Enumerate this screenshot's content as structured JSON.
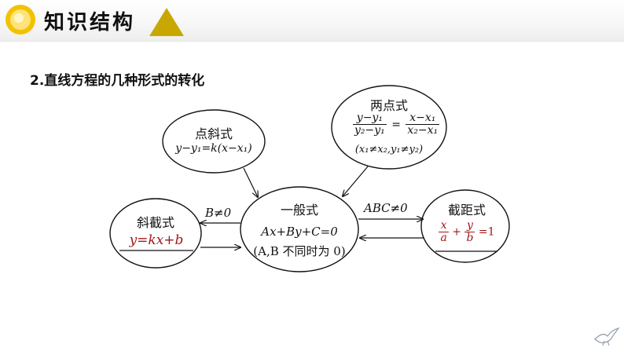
{
  "header": {
    "title": "知识结构",
    "brand_color": "#f2c200",
    "triangle_color": "#c8a800"
  },
  "subtitle": "2.直线方程的几种形式的转化",
  "nodes": {
    "point_slope": {
      "label": "点斜式",
      "formula": "y−y₁=k(x−x₁)"
    },
    "two_point": {
      "label": "两点式",
      "lhs_num": "y−y₁",
      "lhs_den": "y₂−y₁",
      "equals": "=",
      "rhs_num": "x−x₁",
      "rhs_den": "x₂−x₁",
      "condition": "(x₁≠x₂,y₁≠y₂)"
    },
    "slope_intercept": {
      "label": "斜截式",
      "formula": "y=kx+b"
    },
    "general": {
      "label": "一般式",
      "formula": "Ax+By+C=0",
      "condition": "(A,B 不同时为 0)"
    },
    "intercept": {
      "label": "截距式",
      "num1": "x",
      "den1": "a",
      "plus": "+",
      "num2": "y",
      "den2": "b",
      "equals": "=1"
    }
  },
  "edges": {
    "general_to_slope_intercept": "B≠0",
    "general_to_intercept": "ABC≠0"
  },
  "colors": {
    "formula_red": "#a01818",
    "ink": "#111111"
  }
}
